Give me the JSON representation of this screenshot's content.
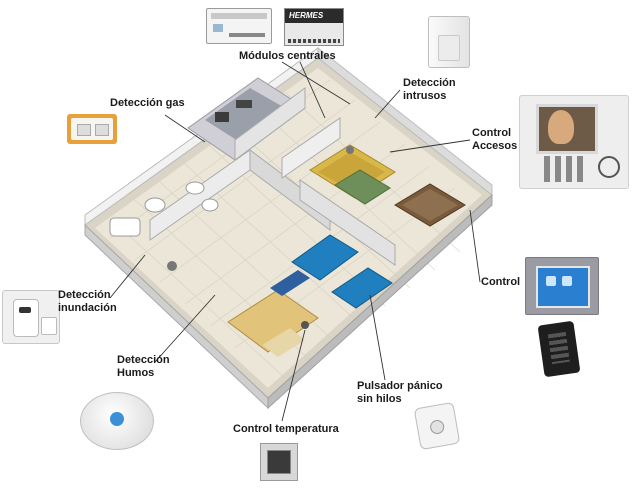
{
  "labels": {
    "modulos_centrales": "Módulos centrales",
    "deteccion_intrusos": [
      "Detección",
      "intrusos"
    ],
    "deteccion_gas": "Detección  gas",
    "control_accesos": [
      "Control",
      "Accesos"
    ],
    "control": "Control",
    "deteccion_inundacion": [
      "Detección",
      "inundación"
    ],
    "deteccion_humos": [
      "Detección",
      "Humos"
    ],
    "pulsador_panico": [
      "Pulsador pánico",
      "sin hilos"
    ],
    "control_temperatura": "Control temperatura"
  },
  "device_text": {
    "module_brand": "HERMES"
  },
  "colors": {
    "leader_line": "#333333",
    "floor": "#e9e4d6",
    "wall": "#e6e6e6",
    "blue_bed": "#1f7fbf",
    "sofa_yellow": "#d9b84a",
    "rug_green": "#6f8f5a",
    "gas_frame": "#e8a13a"
  }
}
